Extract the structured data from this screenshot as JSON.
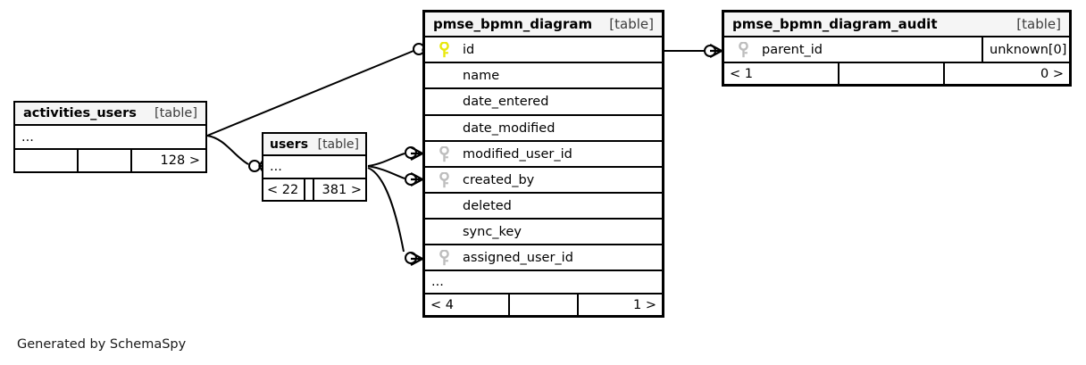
{
  "diagram": {
    "kind_label": "[table]",
    "footer_note": "Generated by SchemaSpy",
    "colors": {
      "primary_key": "#e8e80a",
      "foreign_key": "#bdbdbd",
      "border": "#000000",
      "header_fill": "#f5f5f5",
      "canvas": "#ffffff"
    }
  },
  "tables": [
    {
      "id": "activities_users",
      "name": "activities_users",
      "kind": "[table]",
      "rows": [
        {
          "label": "...",
          "key": "none"
        }
      ],
      "footer": [
        "",
        "",
        "128 >"
      ]
    },
    {
      "id": "users",
      "name": "users",
      "kind": "[table]",
      "rows": [
        {
          "label": "...",
          "key": "none"
        }
      ],
      "footer": [
        "< 22",
        "",
        "381 >"
      ]
    },
    {
      "id": "pmse_bpmn_diagram",
      "name": "pmse_bpmn_diagram",
      "kind": "[table]",
      "rows": [
        {
          "label": "id",
          "key": "primary"
        },
        {
          "label": "name",
          "key": "none"
        },
        {
          "label": "date_entered",
          "key": "none"
        },
        {
          "label": "date_modified",
          "key": "none"
        },
        {
          "label": "modified_user_id",
          "key": "foreign"
        },
        {
          "label": "created_by",
          "key": "foreign"
        },
        {
          "label": "deleted",
          "key": "none"
        },
        {
          "label": "sync_key",
          "key": "none"
        },
        {
          "label": "assigned_user_id",
          "key": "foreign"
        },
        {
          "label": "...",
          "key": "none"
        }
      ],
      "footer": [
        "< 4",
        "",
        "1 >"
      ]
    },
    {
      "id": "pmse_bpmn_diagram_audit",
      "name": "pmse_bpmn_diagram_audit",
      "kind": "[table]",
      "rows": [
        {
          "label": "parent_id",
          "key": "foreign",
          "type": "unknown[0]"
        }
      ],
      "footer": [
        "< 1",
        "",
        "0 >"
      ]
    }
  ]
}
